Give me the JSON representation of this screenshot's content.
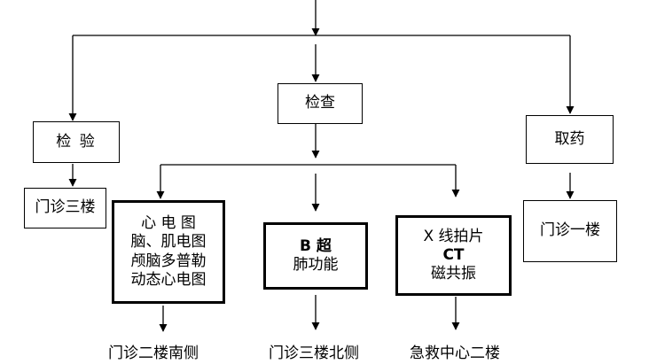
{
  "nodes": {
    "inspect": "检 验",
    "examine": "检查",
    "medicine": "取药",
    "floor_inspect": "门诊三楼",
    "floor_medicine": "门诊一楼",
    "ecg_group": [
      "心  电  图",
      "脑、肌电图",
      "颅脑多普勒",
      "动态心电图"
    ],
    "ultrasound_group": [
      "B 超",
      "肺功能"
    ],
    "imaging_group": [
      "X 线拍片",
      "CT",
      "磁共振"
    ]
  },
  "locations": {
    "ecg": "门诊二楼南侧",
    "ultrasound": "门诊三楼北侧",
    "imaging": "急救中心二楼"
  }
}
